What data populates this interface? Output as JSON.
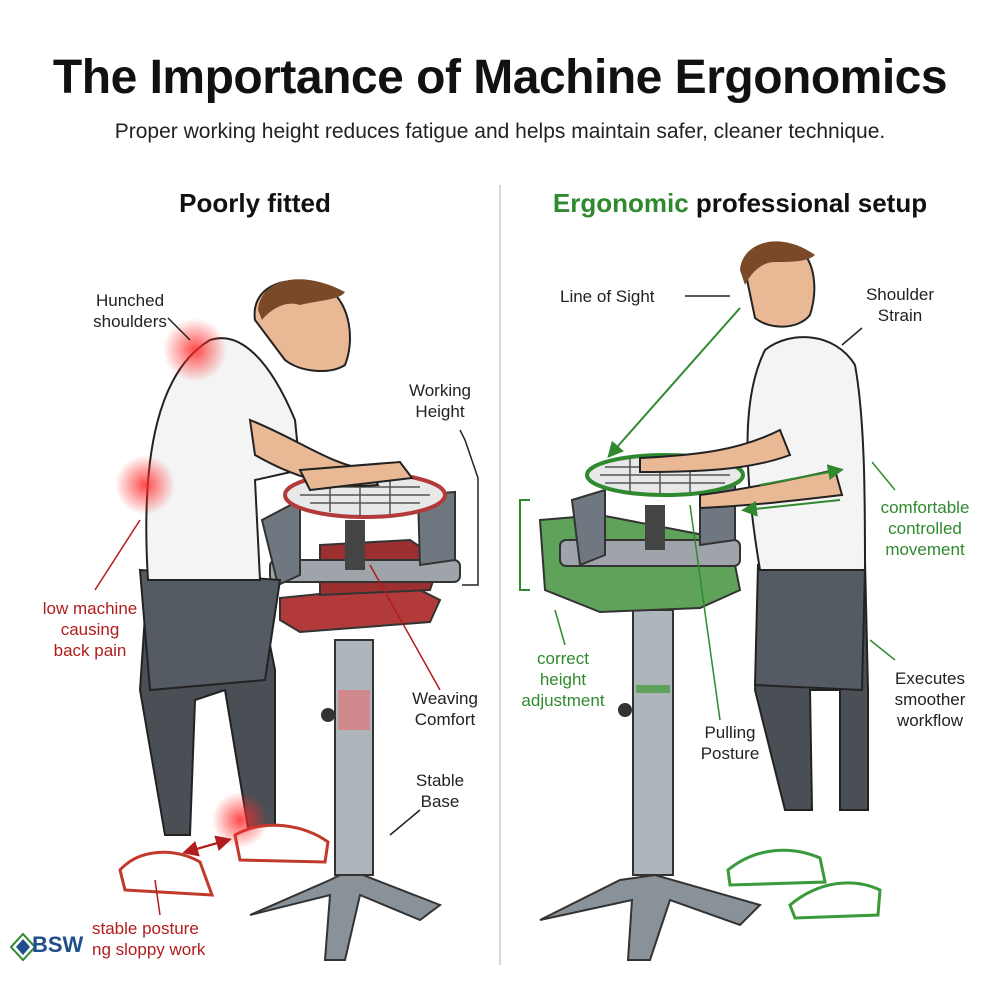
{
  "title": "The Importance of Machine Ergonomics",
  "subtitle": "Proper working height reduces fatigue and helps maintain safer, cleaner technique.",
  "left_panel": {
    "heading": "Poorly fitted",
    "labels": {
      "hunched_shoulders": [
        "Hunched",
        "shoulders"
      ],
      "working_height": [
        "Working",
        "Height"
      ],
      "low_machine": [
        "low machine",
        "causing",
        "back pain"
      ],
      "weaving_comfort": [
        "Weaving",
        "Comfort"
      ],
      "stable_base": [
        "Stable",
        "Base"
      ],
      "unstable_posture": [
        "stable posture",
        "ng sloppy work"
      ]
    }
  },
  "right_panel": {
    "heading_accent": "Ergonomic",
    "heading_rest": " professional setup",
    "labels": {
      "line_of_sight": "Line of Sight",
      "shoulder_strain": [
        "Shoulder",
        "Strain"
      ],
      "comfortable_movement": [
        "comfortable",
        "controlled",
        "movement"
      ],
      "correct_height": [
        "correct",
        "height",
        "adjustment"
      ],
      "pulling_posture": [
        "Pulling",
        "Posture"
      ],
      "smoother_workflow": [
        "Executes",
        "smoother",
        "workflow"
      ]
    }
  },
  "logo": {
    "text": "BSW"
  },
  "colors": {
    "accent_red": "#b11c1c",
    "accent_green": "#2f8a2f",
    "machine_red": "#b23a3a",
    "machine_green": "#5fa35a"
  }
}
